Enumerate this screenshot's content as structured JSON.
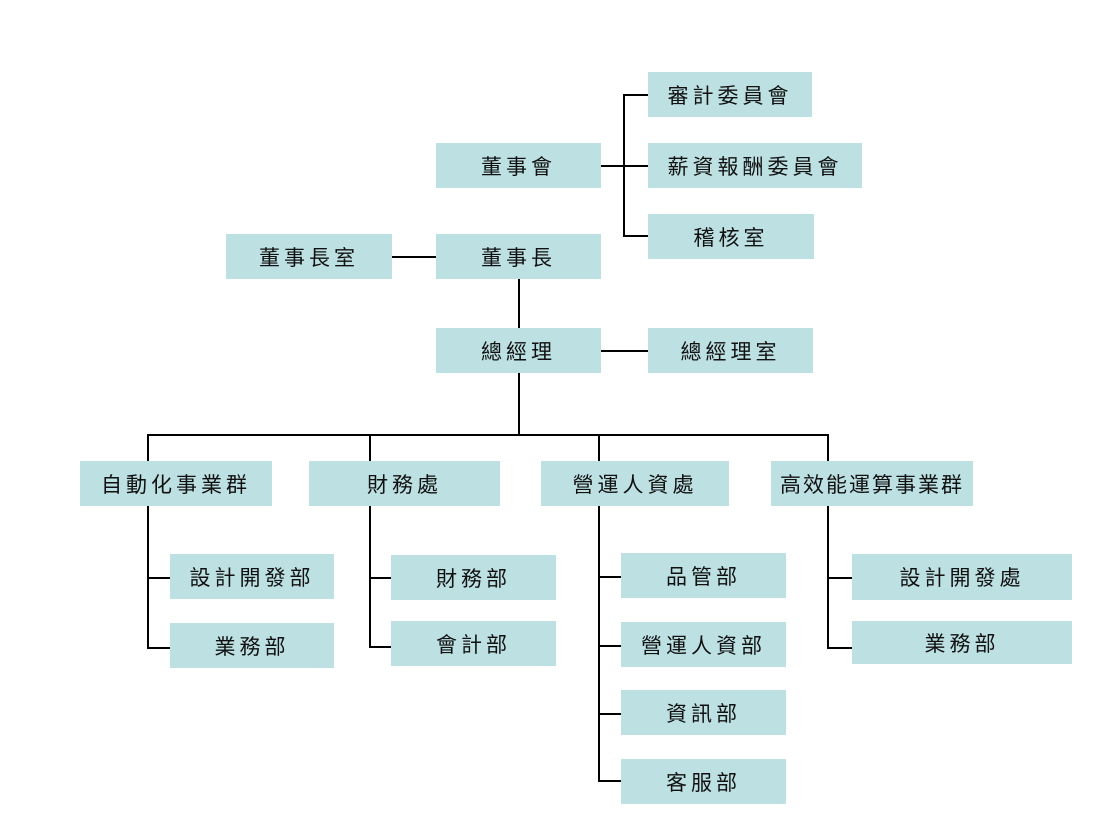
{
  "org_chart": {
    "board": "董事會",
    "board_committees": [
      "審計委員會",
      "薪資報酬委員會",
      "稽核室"
    ],
    "chairman": "董事長",
    "chairman_office": "董事長室",
    "president": "總經理",
    "president_office": "總經理室",
    "divisions": [
      {
        "name": "自動化事業群",
        "units": [
          "設計開發部",
          "業務部"
        ]
      },
      {
        "name": "財務處",
        "units": [
          "財務部",
          "會計部"
        ]
      },
      {
        "name": "營運人資處",
        "units": [
          "品管部",
          "營運人資部",
          "資訊部",
          "客服部"
        ]
      },
      {
        "name": "高效能運算事業群",
        "units": [
          "設計開發處",
          "業務部"
        ]
      }
    ]
  },
  "colors": {
    "box_fill": "#bde0e3",
    "connector": "#000000"
  }
}
